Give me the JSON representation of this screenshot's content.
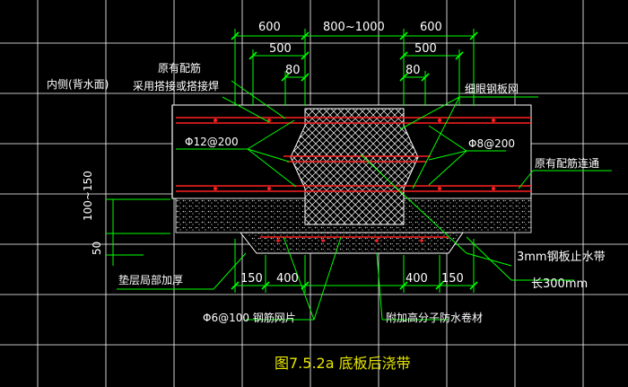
{
  "figure": {
    "caption": "图7.5.2a 底板后浇带"
  },
  "dimensions": {
    "top_left_600": "600",
    "top_middle_range": "800~1000",
    "top_right_600": "600",
    "left_500": "500",
    "right_500": "500",
    "left_80": "80",
    "right_80": "80",
    "bottom_left_150": "150",
    "bottom_left_400": "400",
    "bottom_right_400": "400",
    "bottom_right_150": "150",
    "side_thickness": "100~150",
    "side_50": "50"
  },
  "labels": {
    "inside_face": "内侧(背水面)",
    "original_rebar_line1": "原有配筋",
    "original_rebar_line2": "采用搭接或搭接焊",
    "fine_mesh": "细眼钢板网",
    "rebar_left": "Φ12@200",
    "rebar_right": "Φ8@200",
    "original_rebar_continuous": "原有配筋连通",
    "steel_waterstop": "3mm钢板止水带",
    "waterstop_length": "长300mm",
    "cushion_thicken": "垫层局部加厚",
    "mesh_sheet": "Φ6@100 钢筋网片",
    "membrane": "附加高分子防水卷材"
  },
  "colors": {
    "background": "#000000",
    "grid": "#ffffff",
    "dimension": "#00ff00",
    "leader": "#00ff00",
    "rebar": "#ff2020",
    "caption": "#e6e600"
  }
}
